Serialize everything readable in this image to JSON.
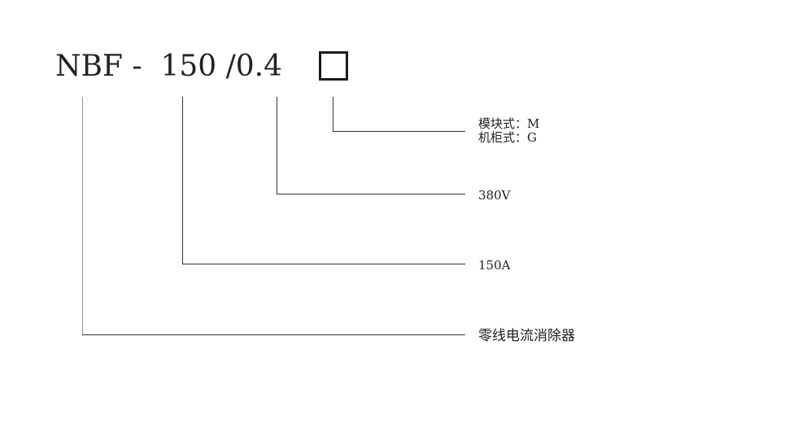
{
  "diagram": {
    "model_code": {
      "prefix": "NBF",
      "sep": "-",
      "current": "150",
      "voltage": "/0.4",
      "placeholder_box": "□"
    },
    "legend": [
      {
        "id": "type",
        "lines": [
          "模块式：M",
          "机柜式：G"
        ]
      },
      {
        "id": "voltage",
        "lines": [
          "380V"
        ]
      },
      {
        "id": "current",
        "lines": [
          "150A"
        ]
      },
      {
        "id": "product",
        "lines": [
          "零线电流消除器"
        ]
      }
    ],
    "colors": {
      "line": "#333333",
      "text": "#222222",
      "background": "#ffffff"
    }
  }
}
